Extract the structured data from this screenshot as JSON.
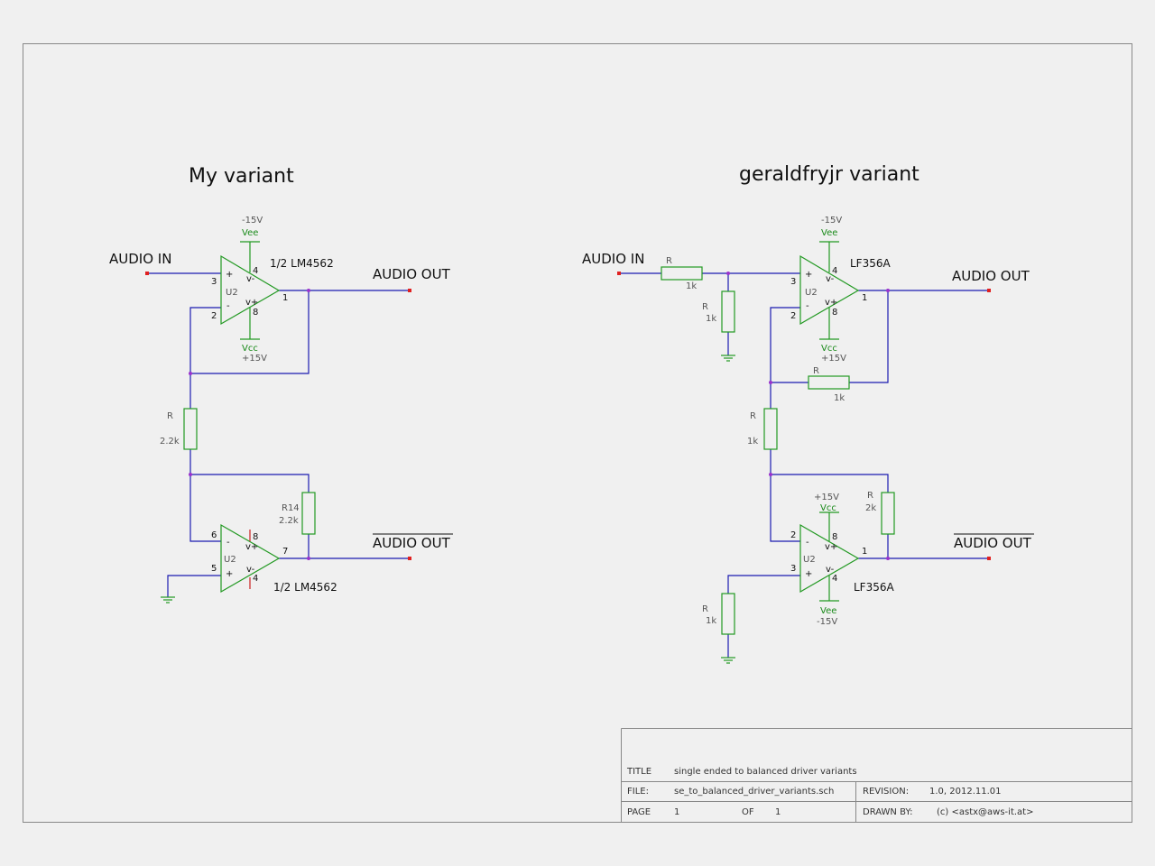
{
  "colors": {
    "wire": "#1b1bb0",
    "component": "#229922",
    "port": "#e02020",
    "junction": "#9932cc",
    "background": "#f0f0f0"
  },
  "left": {
    "title": "My variant",
    "audio_in": "AUDIO IN",
    "audio_out": "AUDIO OUT",
    "audio_out_inv": "AUDIO OUT",
    "u_top": {
      "part": "1/2 LM4562",
      "ref": "U2",
      "pin_plus": "3",
      "pin_minus": "2",
      "pin_out": "1",
      "pin_vminus": "4",
      "pin_vplus": "8",
      "vee_label": "Vee",
      "vee_value": "-15V",
      "vcc_label": "Vcc",
      "vcc_value": "+15V"
    },
    "u_bot": {
      "part": "1/2 LM4562",
      "ref": "U2",
      "pin_minus": "6",
      "pin_plus": "5",
      "pin_out": "7",
      "pin_vplus": "8",
      "pin_vminus": "4"
    },
    "r_mid": {
      "ref": "R",
      "value": "2.2k"
    },
    "r_fb": {
      "ref": "R14",
      "value": "2.2k"
    }
  },
  "right": {
    "title": "geraldfryjr variant",
    "audio_in": "AUDIO IN",
    "audio_out": "AUDIO OUT",
    "audio_out_inv": "AUDIO OUT",
    "u_top": {
      "part": "LF356A",
      "ref": "U2",
      "pin_plus": "3",
      "pin_minus": "2",
      "pin_out": "1",
      "pin_vminus": "4",
      "pin_vplus": "8",
      "vee_label": "Vee",
      "vee_value": "-15V",
      "vcc_label": "Vcc",
      "vcc_value": "+15V"
    },
    "u_bot": {
      "part": "LF356A",
      "ref": "U2",
      "pin_minus": "2",
      "pin_plus": "3",
      "pin_out": "1",
      "pin_vplus": "8",
      "pin_vminus": "4",
      "vcc_label": "Vcc",
      "vcc_value": "+15V",
      "vee_label": "Vee",
      "vee_value": "-15V"
    },
    "r_in": {
      "ref": "R",
      "value": "1k"
    },
    "r_shunt": {
      "ref": "R",
      "value": "1k"
    },
    "r_fb_top": {
      "ref": "R",
      "value": "1k"
    },
    "r_mid": {
      "ref": "R",
      "value": "1k"
    },
    "r_fb_bot": {
      "ref": "R",
      "value": "2k"
    },
    "r_gnd_bot": {
      "ref": "R",
      "value": "1k"
    }
  },
  "title_block": {
    "title_label": "TITLE",
    "title_value": "single ended to balanced driver variants",
    "file_label": "FILE:",
    "file_value": "se_to_balanced_driver_variants.sch",
    "revision_label": "REVISION:",
    "revision_value": "1.0, 2012.11.01",
    "page_label": "PAGE",
    "page_value": "1",
    "of_label": "OF",
    "of_value": "1",
    "drawn_label": "DRAWN BY:",
    "drawn_value": "(c) <astx@aws-it.at>"
  }
}
